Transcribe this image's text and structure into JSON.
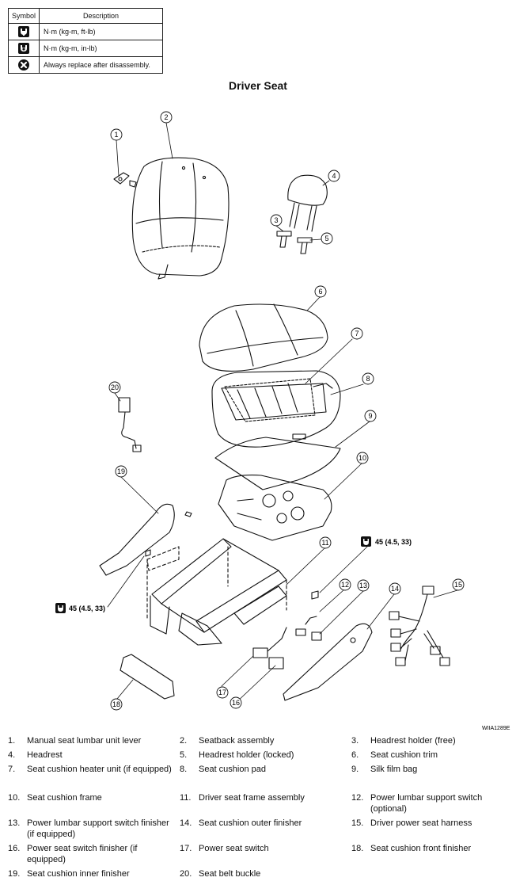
{
  "legend": {
    "headers": {
      "symbol": "Symbol",
      "description": "Description"
    },
    "rows": [
      {
        "icon": "torque-wrench-icon",
        "description": "N·m (kg-m, ft-lb)"
      },
      {
        "icon": "torque-wrench-small-icon",
        "description": "N·m (kg-m, in-lb)"
      },
      {
        "icon": "replace-after-disassembly-icon",
        "description": "Always replace after disassembly."
      }
    ]
  },
  "title": "Driver Seat",
  "callouts": [
    "1",
    "2",
    "3",
    "4",
    "5",
    "6",
    "7",
    "8",
    "9",
    "10",
    "11",
    "12",
    "13",
    "14",
    "15",
    "16",
    "17",
    "18",
    "19",
    "20"
  ],
  "torque": {
    "right": "45 (4.5, 33)",
    "left": "45 (4.5, 33)"
  },
  "figure_code": "WIIA1289E",
  "parts": [
    {
      "num": "1.",
      "name": "Manual seat lumbar unit lever"
    },
    {
      "num": "2.",
      "name": "Seatback assembly"
    },
    {
      "num": "3.",
      "name": "Headrest holder (free)"
    },
    {
      "num": "4.",
      "name": "Headrest"
    },
    {
      "num": "5.",
      "name": "Headrest holder (locked)"
    },
    {
      "num": "6.",
      "name": "Seat cushion trim"
    },
    {
      "num": "7.",
      "name": "Seat cushion heater unit (if equipped)"
    },
    {
      "num": "8.",
      "name": "Seat cushion pad"
    },
    {
      "num": "9.",
      "name": "Silk film bag"
    },
    {
      "num": "10.",
      "name": "Seat cushion frame"
    },
    {
      "num": "11.",
      "name": "Driver seat frame assembly"
    },
    {
      "num": "12.",
      "name": "Power lumbar support switch (optional)"
    },
    {
      "num": "13.",
      "name": "Power lumbar support switch finisher (if equipped)"
    },
    {
      "num": "14.",
      "name": "Seat cushion outer finisher"
    },
    {
      "num": "15.",
      "name": "Driver power seat harness"
    },
    {
      "num": "16.",
      "name": "Power seat switch finisher (if equipped)"
    },
    {
      "num": "17.",
      "name": "Power seat switch"
    },
    {
      "num": "18.",
      "name": "Seat cushion front finisher"
    },
    {
      "num": "19.",
      "name": "Seat cushion inner finisher"
    },
    {
      "num": "20.",
      "name": "Seat belt buckle"
    }
  ]
}
